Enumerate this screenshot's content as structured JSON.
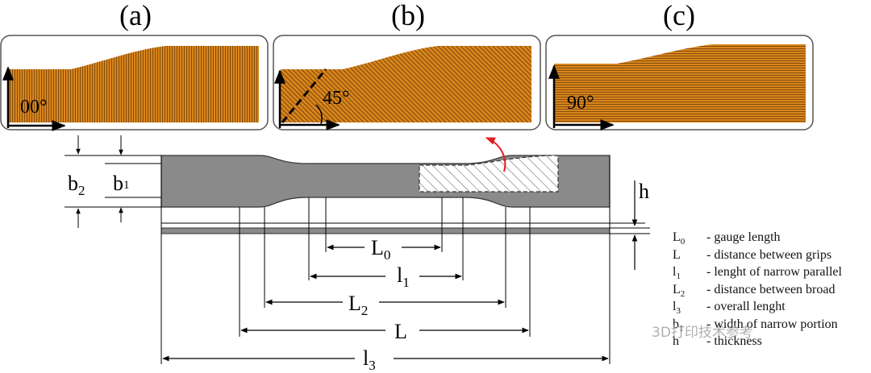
{
  "panels": [
    {
      "letter": "(a)",
      "angle": "00°"
    },
    {
      "letter": "(b)",
      "angle": "45°"
    },
    {
      "letter": "(c)",
      "angle": "90°"
    }
  ],
  "dims": {
    "b2": "b",
    "b2_sub": "2",
    "b1": "b",
    "b1_sub": "1",
    "h": "h",
    "L0": "L",
    "L0_sub": "0",
    "l1": "l",
    "l1_sub": "1",
    "L2": "L",
    "L2_sub": "2",
    "L": "L",
    "l3": "l",
    "l3_sub": "3"
  },
  "legend": [
    {
      "sym": "L",
      "sub": "0",
      "text": " - gauge length"
    },
    {
      "sym": "L",
      "sub": "",
      "text": "  - distance between grips"
    },
    {
      "sym": "l",
      "sub": "1",
      "text": " - lenght of narrow parallel"
    },
    {
      "sym": "L",
      "sub": "2",
      "text": " - distance between broad"
    },
    {
      "sym": "l",
      "sub": "3",
      "text": " - overall lenght"
    },
    {
      "sym": "b",
      "sub": "1",
      "text": " - width of narrow portion"
    },
    {
      "sym": "h",
      "sub": "",
      "text": "  - thickness"
    }
  ],
  "watermark": "3D打印技术参考",
  "colors": {
    "print": "#d9851c",
    "specimen": "#8a8a8a",
    "arrow_red": "#e02020"
  }
}
